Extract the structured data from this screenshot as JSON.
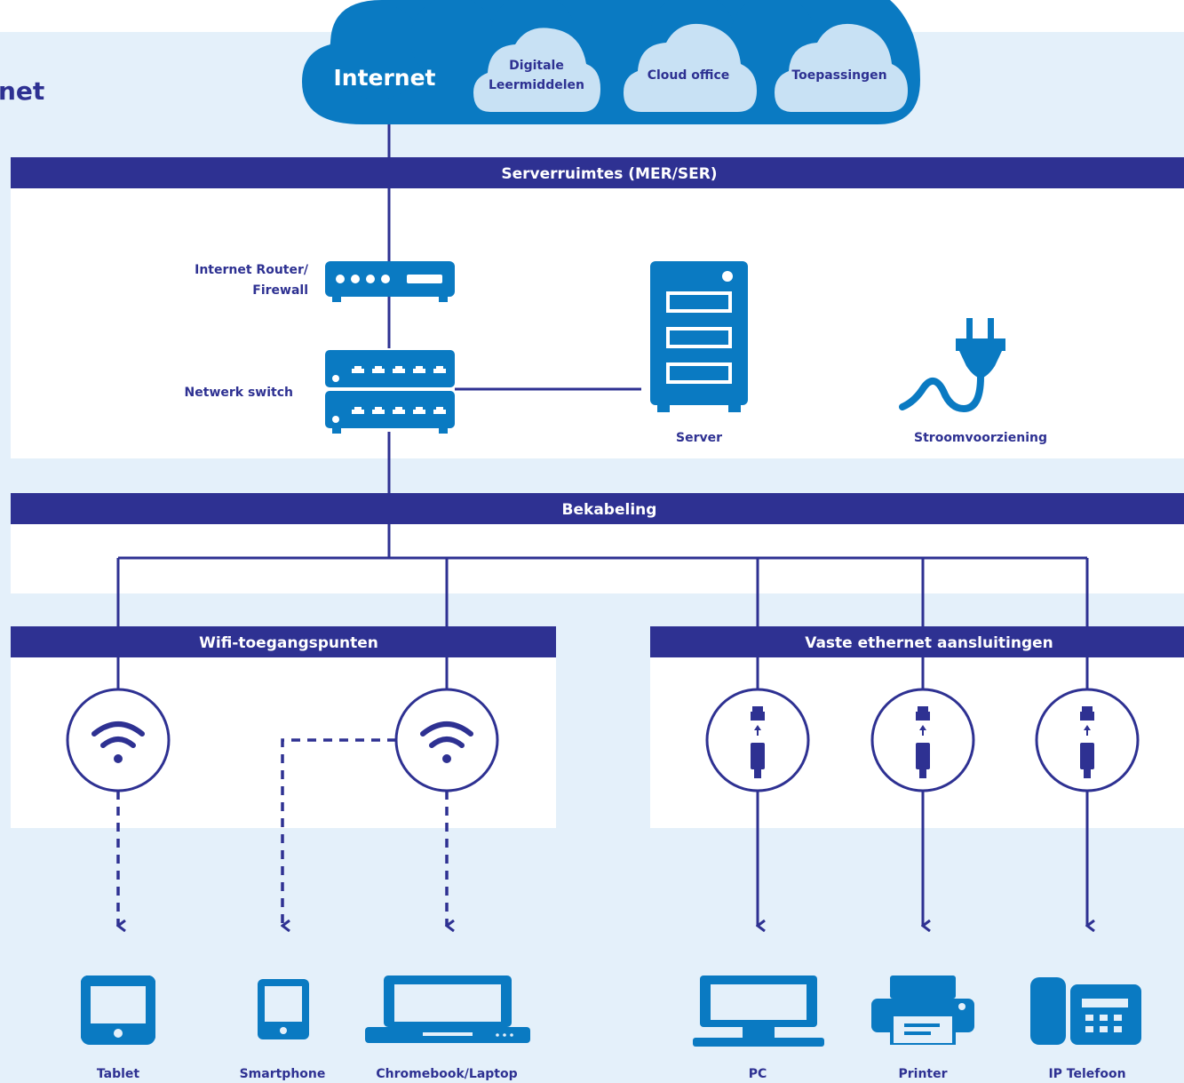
{
  "title_fragment": "net",
  "cloud": {
    "main": "Internet",
    "bubbles": [
      {
        "line1": "Digitale",
        "line2": "Leermiddelen"
      },
      {
        "line1": "Cloud office",
        "line2": ""
      },
      {
        "line1": "Toepassingen",
        "line2": ""
      }
    ]
  },
  "bars": {
    "server_rooms": "Serverruimtes (MER/SER)",
    "cabling": "Bekabeling",
    "wifi": "Wifi-toegangspunten",
    "ethernet": "Vaste ethernet aansluitingen"
  },
  "devices": {
    "router": {
      "line1": "Internet Router/",
      "line2": "Firewall"
    },
    "switch": "Netwerk switch",
    "server": "Server",
    "power": "Stroomvoorziening"
  },
  "endpoints": {
    "tablet": "Tablet",
    "smartphone": "Smartphone",
    "laptop": "Chromebook/Laptop",
    "pc": "PC",
    "printer": "Printer",
    "phone": "IP Telefoon"
  },
  "colors": {
    "navy": "#2e3192",
    "blue": "#0a7ac2",
    "cloud_bubble": "#c8e1f4",
    "panel_light": "#e4f0fa"
  }
}
